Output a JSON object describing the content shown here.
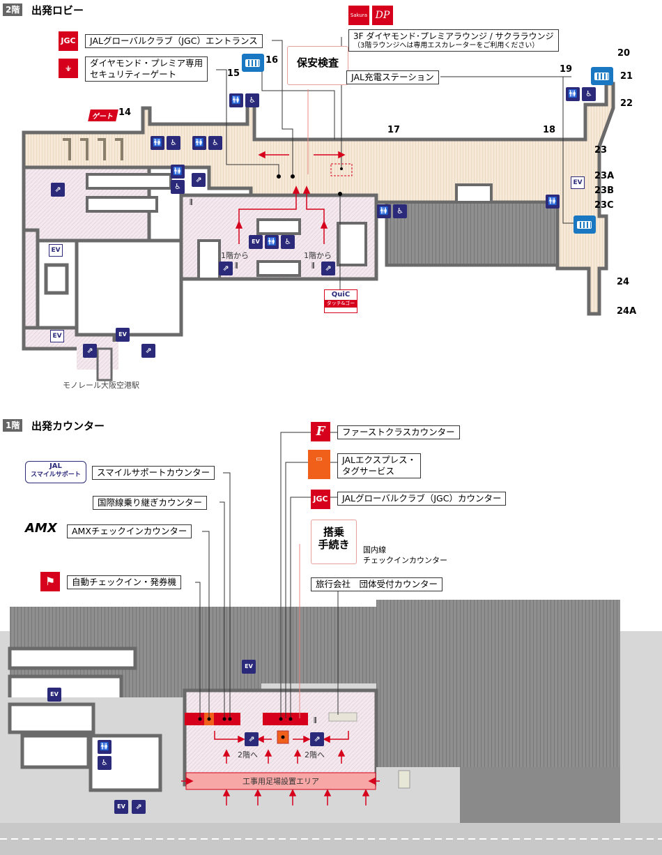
{
  "floor2": {
    "tag": "2階",
    "title": "出発ロビー",
    "gates": {
      "g14": "14",
      "g15": "15",
      "g16": "16",
      "g17": "17",
      "g18": "18",
      "g19": "19",
      "g20": "20",
      "g21": "21",
      "g22": "22",
      "g23": "23",
      "g23A": "23A",
      "g23B": "23B",
      "g23C": "23C",
      "g24": "24",
      "g24A": "24A"
    },
    "gate_badge": "ゲート",
    "jgc_entrance": "JALグローバルクラブ（JGC）エントランス",
    "diamond_security_line1": "ダイヤモンド・プレミア専用",
    "diamond_security_line2": "セキュリティーゲート",
    "security": "保安検査",
    "lounge_line1": "3F ダイヤモンド･プレミアラウンジ / サクララウンジ",
    "lounge_line2": "（3階ラウンジへは専用エスカレーターをご利用ください）",
    "charging": "JAL充電ステーション",
    "from1_left": "1階から",
    "from1_right": "1階から",
    "monorail": "モノレール大阪空港駅",
    "quic": "QuiC",
    "quic_sub": "タッチ&ゴー",
    "jgc_logo": "JGC",
    "sakura_logo": "Sakura Lounge"
  },
  "floor1": {
    "tag": "1階",
    "title": "出発カウンター",
    "first_class": "ファーストクラスカウンター",
    "express_line1": "JALエクスプレス・",
    "express_line2": "タグサービス",
    "jgc_counter": "JALグローバルクラブ（JGC）カウンター",
    "boarding_line1": "搭乗",
    "boarding_line2": "手続き",
    "domestic_line1": "国内線",
    "domestic_line2": "チェックインカウンター",
    "travel": "旅行会社　団体受付カウンター",
    "smile_support": "スマイルサポートカウンター",
    "smile_logo_line1": "JAL",
    "smile_logo_line2": "スマイルサポート",
    "intl_transfer": "国際線乗り継ぎカウンター",
    "amx": "AMXチェックインカウンター",
    "amx_logo": "AMX",
    "auto_checkin": "自動チェックイン・発券機",
    "to2_left": "2階へ",
    "to2_right": "2階へ",
    "construction": "工事用足場設置エリア",
    "jgc_logo": "JGC",
    "first_logo": "F"
  },
  "colors": {
    "accent_red": "#d6001c",
    "navy": "#2b2a7a",
    "blue": "#1a78c2",
    "gray": "#8a8a8a"
  },
  "icons": [
    "toilet-icon",
    "wheelchair-icon",
    "escalator-icon",
    "elevator-icon",
    "stairs-icon",
    "battery-icon"
  ]
}
